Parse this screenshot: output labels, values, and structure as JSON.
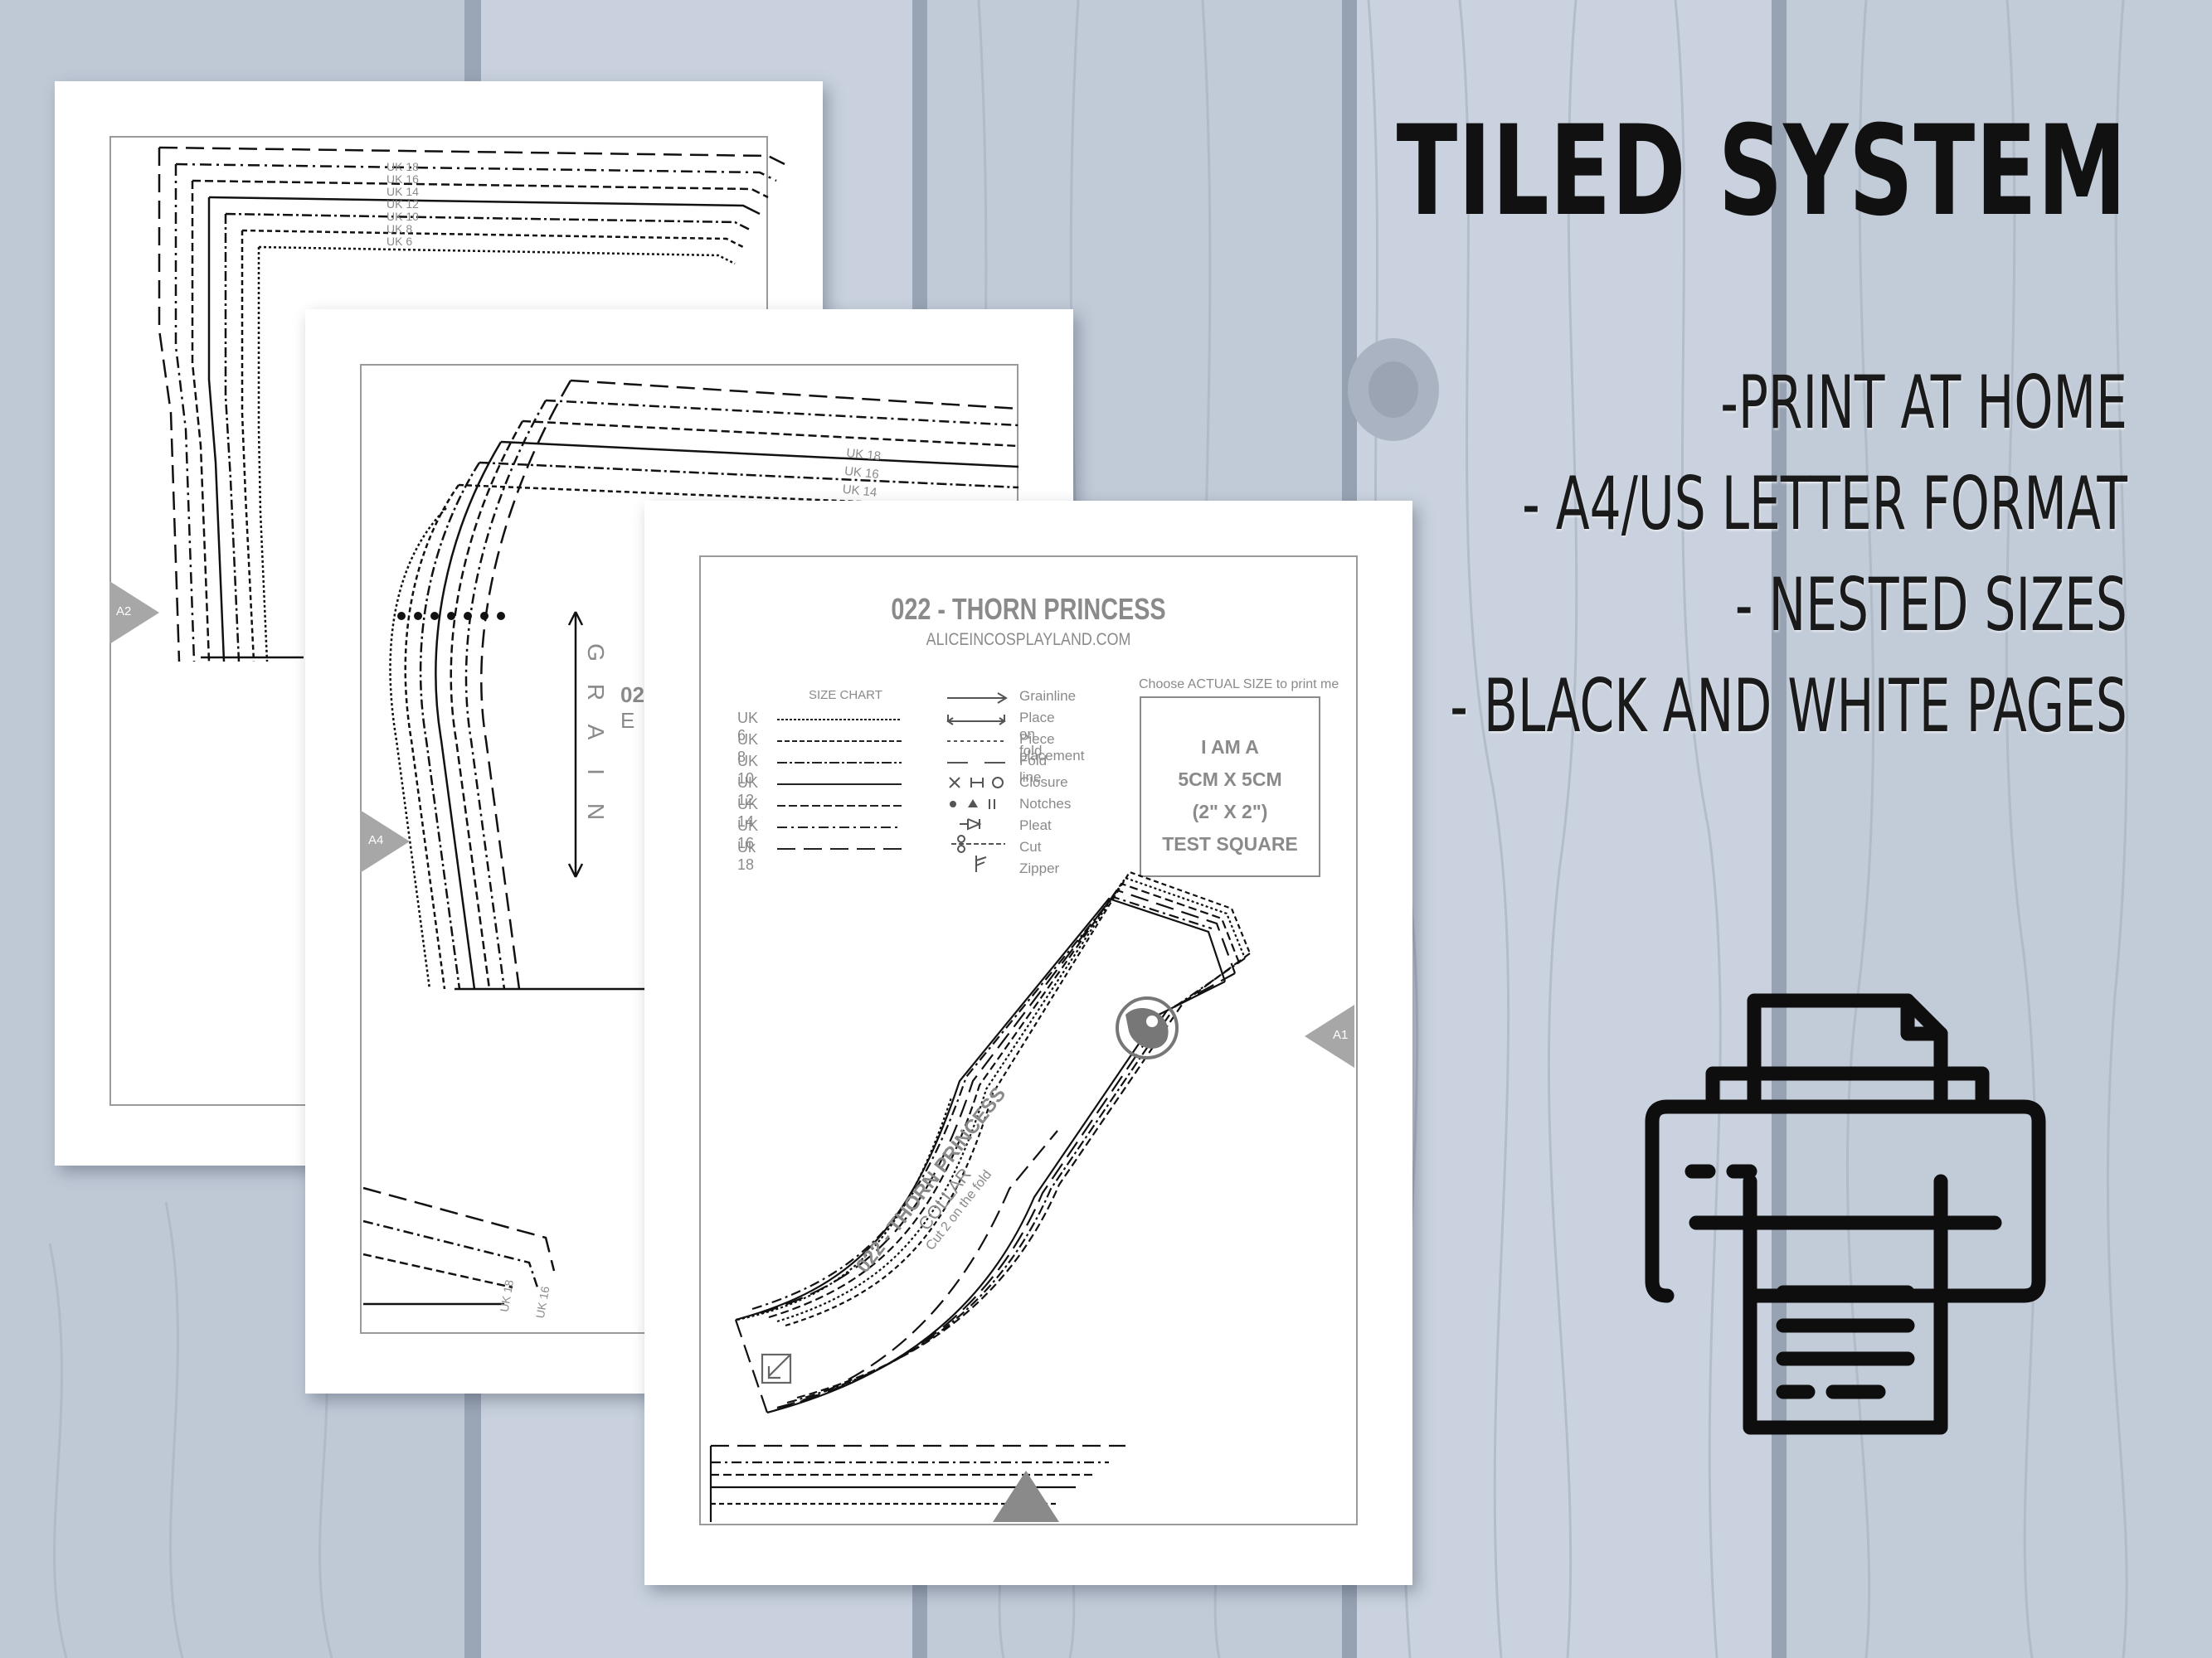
{
  "headline": "TILED SYSTEM",
  "features": [
    "-PRINT AT HOME",
    "- A4/US LETTER FORMAT",
    "- NESTED SIZES",
    "- BLACK AND WHITE PAGES"
  ],
  "colors": {
    "wood": "#c6cfdb",
    "headline": "#111111",
    "page": "#ffffff",
    "pattern_gray": "#8a8a8a"
  },
  "icon": "printer-icon",
  "pages": {
    "back": {
      "tile_label": "A2",
      "size_labels": [
        "UK 18",
        "UK 16",
        "UK 14",
        "UK 12",
        "UK 10",
        "UK 8",
        "UK 6"
      ]
    },
    "middle": {
      "tile_label": "A4",
      "grain_letters": [
        "G",
        "R",
        "A",
        "I",
        "N"
      ],
      "size_labels": [
        "UK 18",
        "UK 16",
        "UK 14"
      ],
      "corner_labels": [
        "UK 18",
        "UK 16"
      ],
      "partial_text": [
        "02",
        "E"
      ]
    },
    "front": {
      "title": "022 - THORN PRINCESS",
      "website": "ALICEINCOSPLAYLAND.COM",
      "size_chart_title": "SIZE CHART",
      "sizes": [
        "UK 6",
        "UK 8",
        "UK 10",
        "UK 12",
        "UK 14",
        "UK 16",
        "Uk 18"
      ],
      "symbols": [
        "Grainline",
        "Place on fold",
        "Piece placement",
        "Fold line",
        "Closure",
        "Notches",
        "Pleat",
        "Cut",
        "Zipper"
      ],
      "test_square_caption": "Choose ACTUAL SIZE to print me",
      "test_square_lines": [
        "I AM A",
        "5CM X 5CM",
        "(2\" X 2\")",
        "TEST SQUARE"
      ],
      "piece_title": "022 - THORN PRINCESS",
      "piece_name": "COLLAR",
      "piece_note": "Cut 2 on the fold",
      "tile_label": "A1"
    }
  }
}
